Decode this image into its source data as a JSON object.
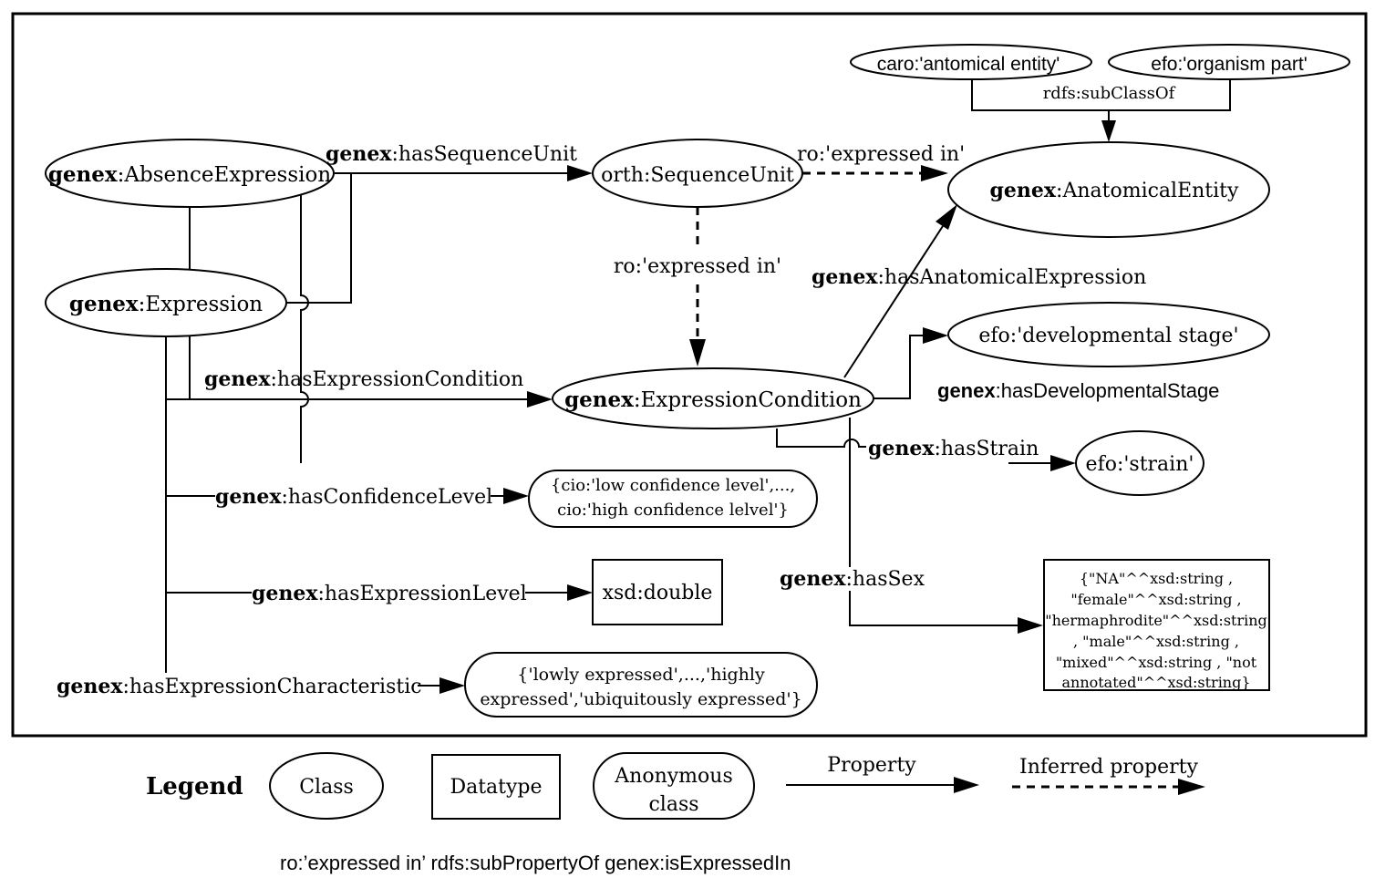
{
  "nodes": {
    "absence_expression": {
      "prefix": "genex",
      "name": ":AbsenceExpression"
    },
    "expression": {
      "prefix": "genex",
      "name": ":Expression"
    },
    "sequence_unit": {
      "name": "orth:SequenceUnit"
    },
    "anatomical_entity": {
      "prefix": "genex",
      "name": ":AnatomicalEntity"
    },
    "caro_entity": {
      "name": "caro:'antomical entity'"
    },
    "efo_organism_part": {
      "name": "efo:'organism part'"
    },
    "expression_condition": {
      "prefix": "genex",
      "name": ":ExpressionCondition"
    },
    "developmental_stage": {
      "name": "efo:'developmental stage'"
    },
    "strain": {
      "name": "efo:'strain'"
    },
    "confidence_set": {
      "line1": "{cio:'low confidence level',...,",
      "line2": "cio:'high confidence lelvel'}"
    },
    "xsd_double": {
      "name": "xsd:double"
    },
    "characteristic_set": {
      "line1": "{'lowly expressed',...,'highly",
      "line2": "expressed','ubiquitously expressed'}"
    },
    "sex_values": {
      "lines": [
        "{\"NA\"^^xsd:string ,",
        "\"female\"^^xsd:string ,",
        "\"hermaphrodite\"^^xsd:string",
        ", \"male\"^^xsd:string ,",
        "\"mixed\"^^xsd:string , \"not",
        "annotated\"^^xsd:string}"
      ]
    }
  },
  "edges": {
    "subclass_of": "rdfs:subClassOf",
    "has_sequence_unit": {
      "prefix": "genex",
      "name": ":hasSequenceUnit"
    },
    "expressed_in_top": "ro:'expressed in'",
    "expressed_in_mid": "ro:'expressed in'",
    "has_anatomical_expression": {
      "prefix": "genex",
      "name": ":hasAnatomicalExpression"
    },
    "has_expression_condition": {
      "prefix": "genex",
      "name": ":hasExpressionCondition"
    },
    "has_developmental_stage": {
      "prefix": "genex",
      "name": ":hasDevelopmentalStage"
    },
    "has_strain": {
      "prefix": "genex",
      "name": ":hasStrain"
    },
    "has_confidence_level": {
      "prefix": "genex",
      "name": ":hasConfidenceLevel"
    },
    "has_expression_level": {
      "prefix": "genex",
      "name": ":hasExpressionLevel"
    },
    "has_sex": {
      "prefix": "genex",
      "name": ":hasSex"
    },
    "has_expression_characteristic": {
      "prefix": "genex",
      "name": ":hasExpressionCharacteristic"
    }
  },
  "legend": {
    "title": "Legend",
    "class": "Class",
    "datatype": "Datatype",
    "anonymous_line1": "Anonymous",
    "anonymous_line2": "class",
    "property": "Property",
    "inferred_property": "Inferred property"
  },
  "footnote": "ro:’expressed in’ rdfs:subPropertyOf genex:isExpressedIn"
}
